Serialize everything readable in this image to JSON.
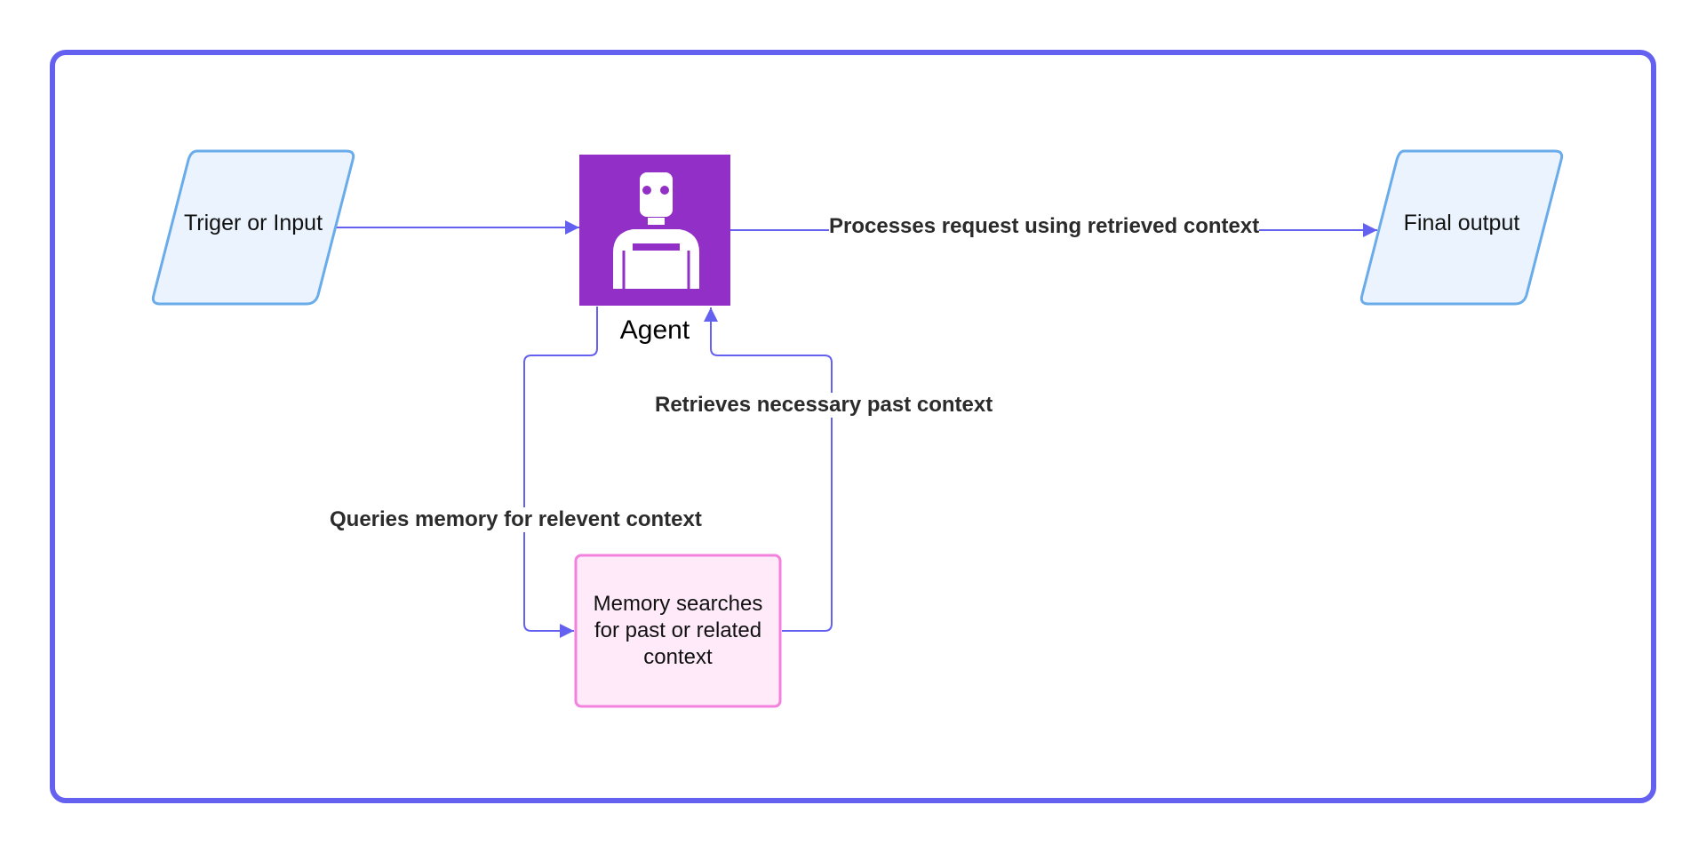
{
  "diagram": {
    "nodes": {
      "trigger": {
        "label": "Triger or Input"
      },
      "agent": {
        "label": "Agent"
      },
      "memory": {
        "label": "Memory searches for past or related context"
      },
      "output": {
        "label": "Final output"
      }
    },
    "edges": {
      "agent_to_output": {
        "label": "Processes request using retrieved context"
      },
      "memory_to_agent": {
        "label": "Retrieves necessary past context"
      },
      "agent_to_memory": {
        "label": "Queries memory for relevent context"
      }
    },
    "icons": {
      "agent": "robot-icon"
    }
  },
  "colors": {
    "frame": "#6461f0",
    "edge": "#6461f0",
    "io_fill": "#eaf3fe",
    "io_stroke": "#6aace9",
    "agent_fill": "#922fc7",
    "memory_fill": "#feeaf9",
    "memory_stroke": "#f282de"
  }
}
